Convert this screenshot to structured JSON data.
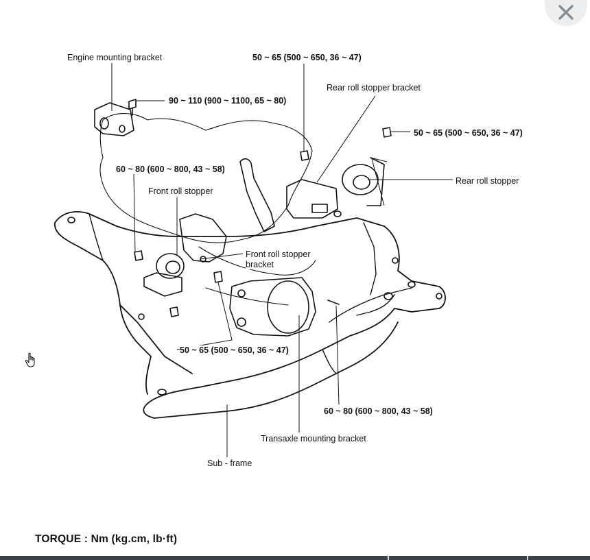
{
  "diagram": {
    "labels": {
      "engine_mounting_bracket": "Engine mounting bracket",
      "torque_top_center": "50 ~ 65 (500 ~ 650, 36 ~ 47)",
      "torque_engine_bolt": "90 ~ 110 (900 ~ 1100, 65 ~ 80)",
      "rear_roll_stopper_bracket": "Rear roll stopper bracket",
      "torque_rear_right": "50 ~ 65 (500 ~ 650, 36 ~ 47)",
      "torque_front_left": "60 ~ 80 (600 ~ 800, 43 ~ 58)",
      "rear_roll_stopper": "Rear roll stopper",
      "front_roll_stopper": "Front roll stopper",
      "front_roll_stopper_bracket_line1": "Front roll stopper",
      "front_roll_stopper_bracket_line2": "bracket",
      "torque_bottom_center": "50 ~ 65 (500 ~ 650, 36 ~ 47)",
      "torque_bottom_right": "60 ~ 80 (600 ~ 800, 43 ~ 58)",
      "transaxle_mounting_bracket": "Transaxle mounting bracket",
      "sub_frame": "Sub - frame"
    }
  },
  "footer": {
    "torque_heading": "TORQUE : Nm (kg.cm, lb·ft)"
  },
  "icons": {
    "close": "close-icon",
    "cursor": "hand-pointer-icon"
  },
  "colors": {
    "ink": "#111111",
    "close_bg": "#eceeef",
    "close_x": "#8a8d90",
    "bottom_bar": "#3c4146"
  }
}
